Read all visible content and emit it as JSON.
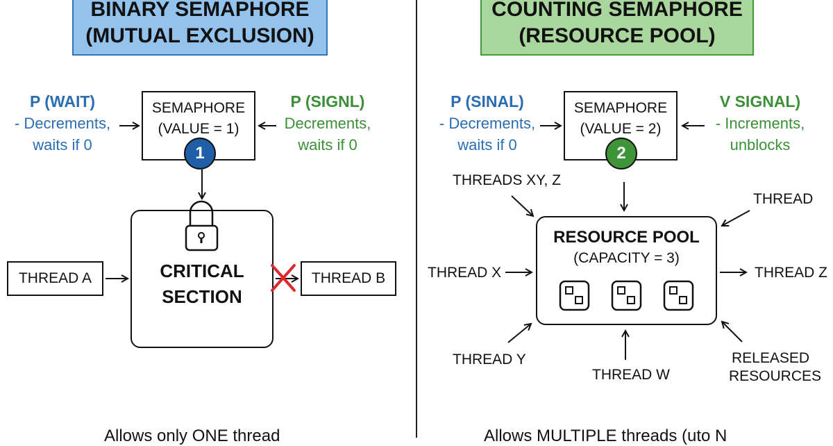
{
  "binary": {
    "title_line1": "BINARY SEMAPHORE",
    "title_line2": "(MUTUAL EXCLUSION)",
    "title_color": "#93c2ec",
    "left_op": {
      "title": "P (WAIT)",
      "line1": "- Decrements,",
      "line2": "waits if 0",
      "color": "#2a6db2"
    },
    "right_op": {
      "title": "P (SIGNL)",
      "line1": "Decrements,",
      "line2": "waits if 0",
      "color": "#3b8f37"
    },
    "semaphore": {
      "line1": "SEMAPHORE",
      "line2": "(VALUE = 1)",
      "badge": "1"
    },
    "critical_section": {
      "line1": "CRITICAL",
      "line2": "SECTION"
    },
    "thread_a": "THREAD A",
    "thread_b": "THREAD B",
    "footer": "Allows only ONE thread"
  },
  "counting": {
    "title_line1": "COUNTING SEMAPHORE",
    "title_line2": "(RESOURCE POOL)",
    "title_color": "#a8d69d",
    "left_op": {
      "title": "P (SINAL)",
      "line1": "- Decrements,",
      "line2": "waits if 0",
      "color": "#2a6db2"
    },
    "right_op": {
      "title": "V SIGNAL)",
      "line1": "- Increments,",
      "line2": "unblocks",
      "color": "#3b8f37"
    },
    "semaphore": {
      "line1": "SEMAPHORE",
      "line2": "(VALUE = 2)",
      "badge": "2"
    },
    "pool": {
      "title": "RESOURCE POOL",
      "subtitle": "(CAPACITY = 3)",
      "slot_count": 3
    },
    "threads": {
      "top_left": "THREADS XY, Z",
      "top_right": "THREAD",
      "left": "THREAD X",
      "right": "THREAD Z",
      "bottom_left": "THREAD Y",
      "bottom": "THREAD W",
      "bottom_right_line1": "RELEASED",
      "bottom_right_line2": "RESOURCES"
    },
    "footer": "Allows MULTIPLE threads (uto N"
  }
}
